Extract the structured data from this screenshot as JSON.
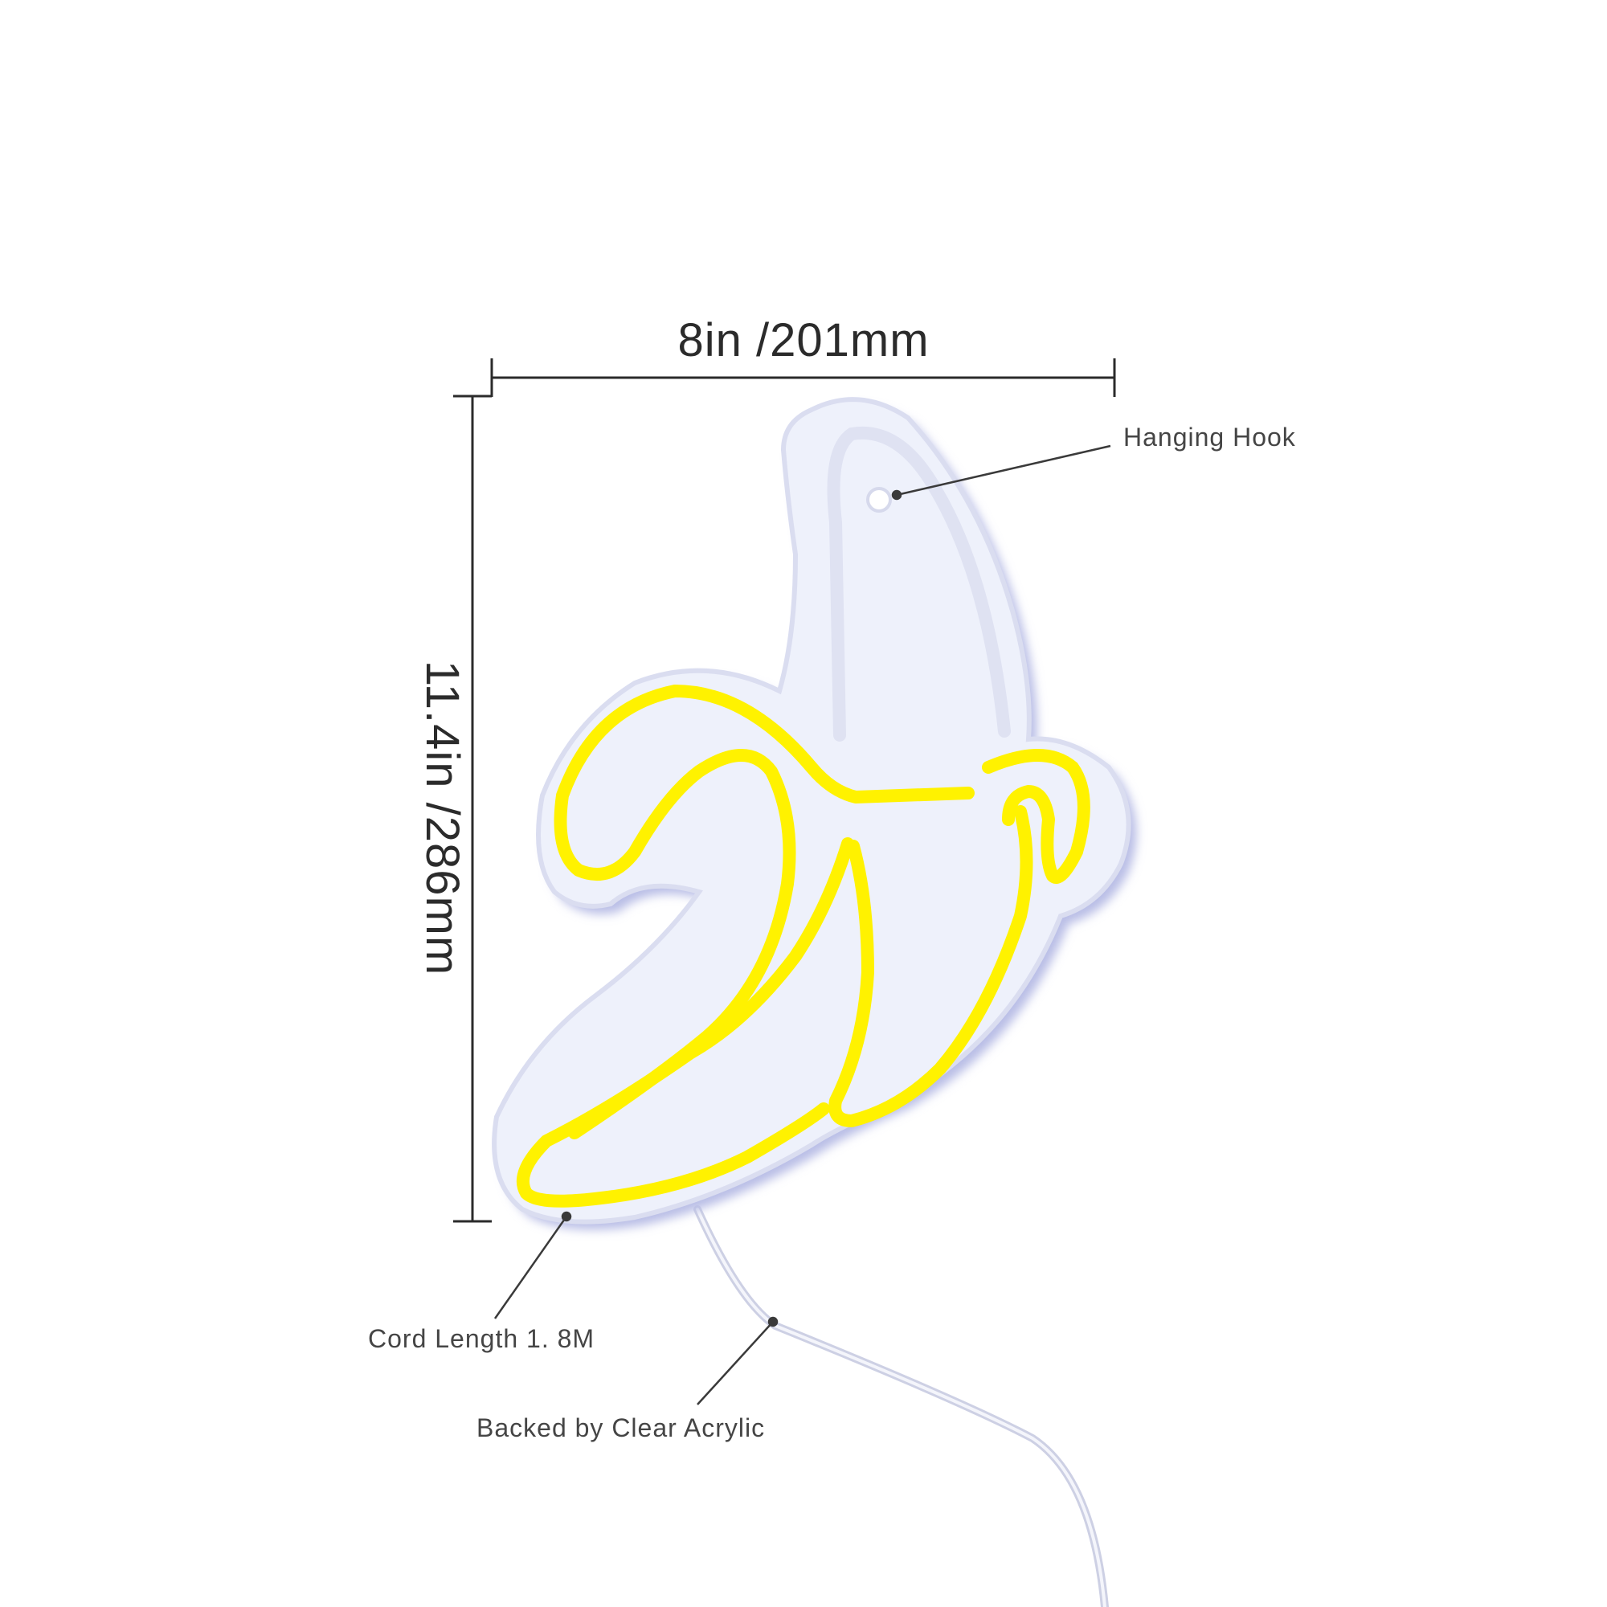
{
  "labels": {
    "width": "8in /201mm",
    "height": "11.4in /286mm",
    "hanging_hook": "Hanging Hook",
    "cord_length": "Cord Length 1. 8M",
    "backing": "Backed by Clear Acrylic"
  },
  "colors": {
    "neon": "#FFF200",
    "acrylic": "#EEF1FB",
    "line": "#2b2b2b",
    "cord": "#E6E7F3"
  }
}
